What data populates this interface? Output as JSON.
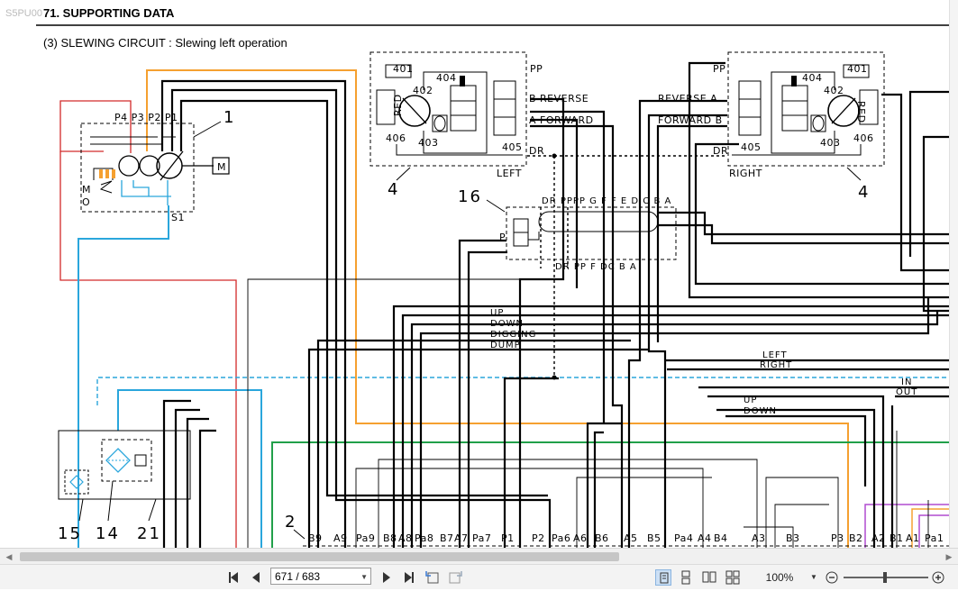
{
  "document": {
    "header": "71. SUPPORTING DATA",
    "watermark": "S5PU00",
    "subtitle": "(3)   SLEWING CIRCUIT : Slewing left operation",
    "labels": {
      "pump_ports": "P4 P3 P2  P1",
      "pump_callout": "1",
      "motor": "M",
      "mo": "M\nO",
      "s1": "S1",
      "n401_l": "401",
      "n402_l": "402",
      "n404_l": "404",
      "n406_l": "406",
      "n403_l": "403",
      "n405_l": "405",
      "n401_r": "401",
      "n402_r": "402",
      "n404_r": "404",
      "n406_r": "406",
      "n403_r": "403",
      "n405_r": "405",
      "red_l": "RED",
      "red_r": "RED",
      "pp_l": "PP",
      "pp_r": "PP",
      "b_reverse": "B REVERSE",
      "a_forward": "A FORWARD",
      "reverse_a": "REVERSE A",
      "forward_b": "FORWARD B",
      "dr_l": "DR",
      "dr_r": "DR",
      "left": "LEFT",
      "right": "RIGHT",
      "callout_4_l": "4",
      "callout_4_r": "4",
      "callout_16": "16",
      "valve16_top": "DR PPPP  G F F E D C B A",
      "valve16_bottom": "DR PP      F     DC B A",
      "valve16_p": "P",
      "up": "UP",
      "down": "DOWN",
      "digging": "DIGGING",
      "dump": "DUMP",
      "left2": "LEFT",
      "right2": "RIGHT",
      "in": "IN",
      "out": "OUT",
      "up2": "UP",
      "down2": "DOWN",
      "callout_2": "2",
      "callout_15": "15",
      "callout_14": "14",
      "callout_21": "21",
      "bottom_ports": [
        "B9",
        "A9",
        "Pa9",
        "B8",
        "A8",
        "Pa8",
        "B7",
        "A7",
        "Pa7",
        "P1",
        "P2",
        "Pa6",
        "A6",
        "B6",
        "A5",
        "B5",
        "Pa4",
        "A4",
        "B4",
        "A3",
        "B3",
        "P3",
        "B2",
        "A2",
        "B1",
        "A1",
        "Pa1"
      ]
    }
  },
  "toolbar": {
    "page_field": "671 / 683",
    "zoom": "100%",
    "icons": [
      "first-page-icon",
      "prev-page-icon",
      "next-page-icon",
      "last-page-icon",
      "prev-view-icon",
      "next-view-icon",
      "single-page-icon",
      "continuous-icon",
      "facing-icon",
      "continuous-facing-icon",
      "zoom-out-icon",
      "zoom-in-icon"
    ]
  },
  "colors": {
    "orange": "#f5a030",
    "blue": "#2aa6dc",
    "green": "#21a04a",
    "red": "#d22a2a",
    "purple": "#b04bd0"
  }
}
